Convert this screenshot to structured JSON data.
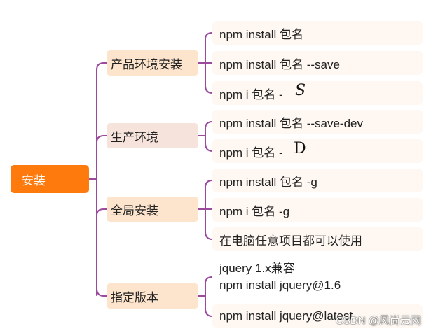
{
  "root": {
    "label": "安装"
  },
  "branches": [
    {
      "label": "产品环境安装",
      "leaves": [
        "npm install 包名",
        "npm install 包名 --save",
        "npm i 包名 -"
      ],
      "handwritten": "S"
    },
    {
      "label": "生产环境",
      "leaves": [
        "npm install 包名 --save-dev",
        "npm i 包名 -"
      ],
      "handwritten": "D"
    },
    {
      "label": "全局安装",
      "leaves": [
        "npm install 包名 -g",
        "npm i 包名 -g",
        "在电脑任意项目都可以使用"
      ]
    },
    {
      "label": "指定版本",
      "leaf_multiline": [
        "jquery 1.x兼容",
        "npm install jquery@1.6"
      ],
      "leaves": [
        "npm install jquery@latest"
      ]
    }
  ],
  "watermark": "CSDN @风尚云网",
  "colors": {
    "root": "#ff7a0d",
    "branch": "#fde4cc",
    "connector": "#9b4a9e"
  }
}
